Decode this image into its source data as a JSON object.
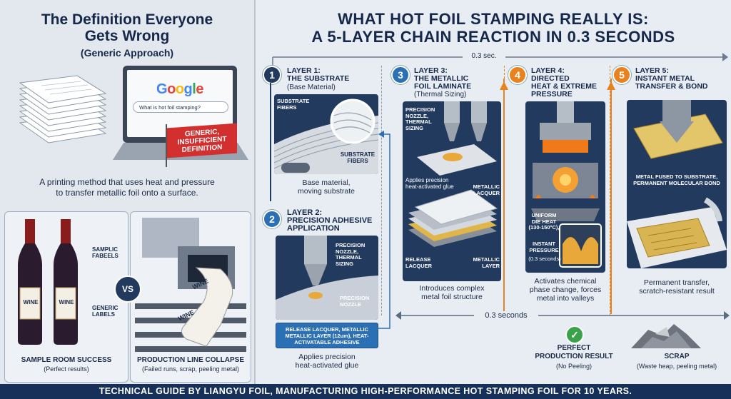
{
  "left": {
    "title_line1": "The Definition Everyone",
    "title_line2": "Gets Wrong",
    "subtitle": "(Generic Approach)",
    "google_logo": "Google",
    "search_query": "What is hot foil stamping?",
    "flag_text": "GENERIC, INSUFFICIENT DEFINITION",
    "definition_line1": "A printing method that uses heat and pressure",
    "definition_line2": "to transfer metallic foil onto a surface.",
    "sample_label1": "SAMPLIC FABEELS",
    "sample_label2": "GENERIC LABELS",
    "wine_label": "WINE",
    "vs": "VS",
    "bottom_left_title": "SAMPLE ROOM SUCCESS",
    "bottom_left_sub": "(Perfect results)",
    "bottom_right_title": "PRODUCTION LINE COLLAPSE",
    "bottom_right_sub": "(Failed runs, scrap, peeling metal)"
  },
  "right": {
    "title_line1": "WHAT HOT FOIL STAMPING REALLY IS:",
    "title_line2": "A 5-LAYER CHAIN REACTION IN 0.3 SECONDS",
    "timer_top": "0.3 sec.",
    "timer_bottom": "0.3 seconds",
    "layers": [
      {
        "num": "1",
        "t1": "LAYER 1:",
        "t2": "THE SUBSTRATE",
        "sub": "(Base Material)",
        "l1": "SUBSTRATE FIBERS",
        "l2": "SUBSTRATE FIBERS",
        "cap1": "Base material,",
        "cap2": "moving substrate"
      },
      {
        "num": "2",
        "t1": "LAYER 2:",
        "t2": "PRECISION ADHESIVE",
        "t3": "APPLICATION",
        "l1": "PRECISION NOZZLE, THERMAL SIZING",
        "l2": "PRECISION NOZZLE",
        "box": "RELEASE LACQUER, METALLIC METALLIC LAYER (12um), HEAT-ACTIVATABLE ADHESIVE",
        "cap1": "Applies precision",
        "cap2": "heat-activated glue"
      },
      {
        "num": "3",
        "t1": "LAYER 3:",
        "t2": "THE METALLIC",
        "t3": "FOIL LAMINATE",
        "sub": "(Thermal Sizing)",
        "l1": "PRECISION NOZZLE, THERMAL SIZING",
        "l2": "Applies precision heat-activated glue",
        "l3": "METALLIC LACQUER",
        "l4": "RELEASE LACQUER",
        "l5": "METALLIC LAYER",
        "cap1": "Introduces complex",
        "cap2": "metal foil structure"
      },
      {
        "num": "4",
        "t1": "LAYER 4:",
        "t2": "DIRECTED",
        "t3": "HEAT & EXTREME",
        "t4": "PRESSURE",
        "l1": "UNIFORM DIE HEAT (130-150°C),",
        "l2": "INSTANT PRESSURE",
        "l3": "(0.3 seconds)",
        "cap1": "Activates chemical",
        "cap2": "phase change, forces",
        "cap3": "metal into valleys"
      },
      {
        "num": "5",
        "t1": "LAYER 5:",
        "t2": "INSTANT METAL",
        "t3": "TRANSFER & BOND",
        "l1": "METAL FUSED TO SUBSTRATE, PERMANENT MOLECULAR BOND",
        "cap1": "Permanent transfer,",
        "cap2": "scratch-resistant result"
      }
    ],
    "result_good_title1": "PERFECT",
    "result_good_title2": "PRODUCTION RESULT",
    "result_good_sub": "(No Peeling)",
    "result_bad_title": "SCRAP",
    "result_bad_sub": "(Waste heap, peeling metal)"
  },
  "footer": "TECHNICAL GUIDE BY LIANGYU FOIL, MANUFACTURING HIGH-PERFORMANCE HOT STAMPING FOIL FOR 10 YEARS.",
  "colors": {
    "navy": "#17305a",
    "orange": "#e8821e",
    "blue": "#2b6fb4",
    "red": "#d32f2f",
    "green": "#3aa34a"
  }
}
